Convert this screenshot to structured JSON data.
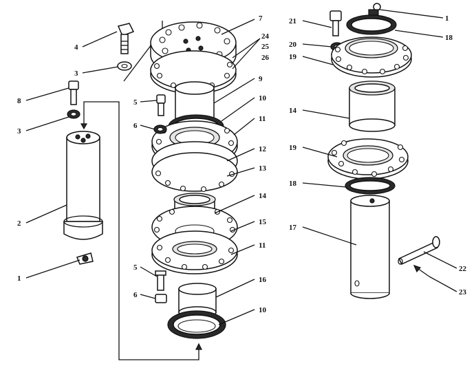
{
  "drawing": {
    "callouts": {
      "c1_left": "1",
      "c2": "2",
      "c3_upper": "3",
      "c3_lower": "3",
      "c4": "4",
      "c5_upper": "5",
      "c5_lower": "5",
      "c6_upper": "6",
      "c6_lower": "6",
      "c7": "7",
      "c8": "8",
      "c9": "9",
      "c10_upper": "10",
      "c10_lower": "10",
      "c11_upper": "11",
      "c11_lower": "11",
      "c12": "12",
      "c13": "13",
      "c14_center": "14",
      "c14_right": "14",
      "c15": "15",
      "c16": "16",
      "c17": "17",
      "c18_upper": "18",
      "c18_lower": "18",
      "c19_upper": "19",
      "c19_lower": "19",
      "c20": "20",
      "c21": "21",
      "c1_right": "1",
      "c22": "22",
      "c23": "23",
      "c24": "24",
      "c25": "25",
      "c26": "26"
    }
  }
}
